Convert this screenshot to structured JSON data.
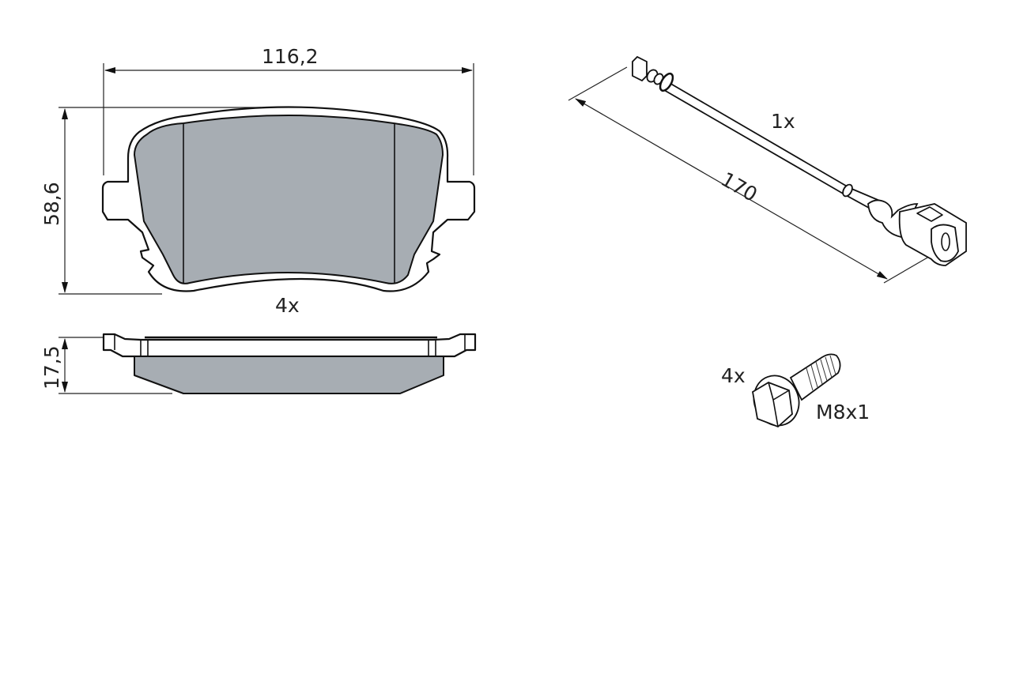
{
  "diagram": {
    "brake_pad_front_view": {
      "width_dimension": "116,2",
      "height_dimension": "58,6",
      "quantity": "4x",
      "friction_color": "#a7adb3"
    },
    "brake_pad_side_view": {
      "thickness_dimension": "17,5",
      "friction_color": "#a7adb3"
    },
    "wear_sensor": {
      "quantity": "1x",
      "length_dimension": "170"
    },
    "bolt": {
      "quantity": "4x",
      "thread_spec": "M8x1"
    }
  }
}
